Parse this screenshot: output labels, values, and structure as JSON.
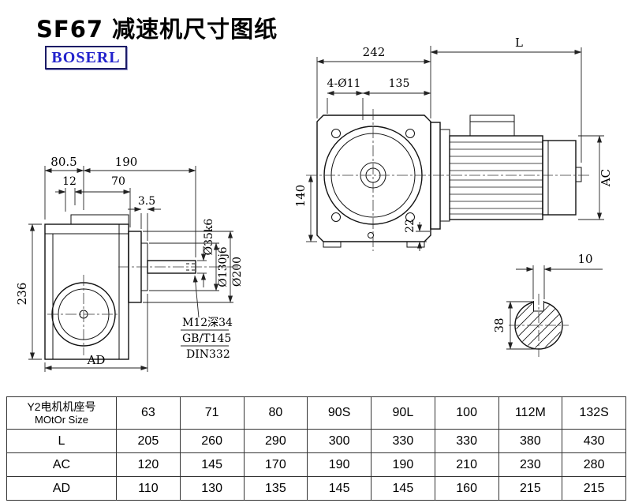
{
  "page": {
    "title": "SF67 减速机尺寸图纸",
    "brand": "BOSERL"
  },
  "side_view": {
    "dim_80_5": "80.5",
    "dim_190": "190",
    "dim_12": "12",
    "dim_70": "70",
    "dim_3_5": "3.5",
    "dim_236": "236",
    "dim_ad": "AD",
    "dia_shaft": "Ø35k6",
    "dia_spigot": "Ø130j6",
    "dia_flange": "Ø200",
    "note_tap": "M12深34",
    "note_std1": "GB/T145",
    "note_std2": "DIN332"
  },
  "front_view": {
    "dim_242": "242",
    "dim_l": "L",
    "dim_bolts": "4-Ø11",
    "dim_135": "135",
    "dim_140": "140",
    "dim_22": "22",
    "dim_ac": "AC"
  },
  "shaft_view": {
    "dim_10": "10",
    "dim_38": "38"
  },
  "table": {
    "row_header_cn": "Y2电机机座号",
    "row_header_en": "MOtOr Size",
    "sizes": [
      "63",
      "71",
      "80",
      "90S",
      "90L",
      "100",
      "112M",
      "132S"
    ],
    "rows": [
      {
        "label": "L",
        "values": [
          "205",
          "260",
          "290",
          "300",
          "330",
          "330",
          "380",
          "430"
        ]
      },
      {
        "label": "AC",
        "values": [
          "120",
          "145",
          "170",
          "190",
          "190",
          "210",
          "230",
          "280"
        ]
      },
      {
        "label": "AD",
        "values": [
          "110",
          "130",
          "135",
          "145",
          "145",
          "160",
          "215",
          "215"
        ]
      }
    ]
  }
}
